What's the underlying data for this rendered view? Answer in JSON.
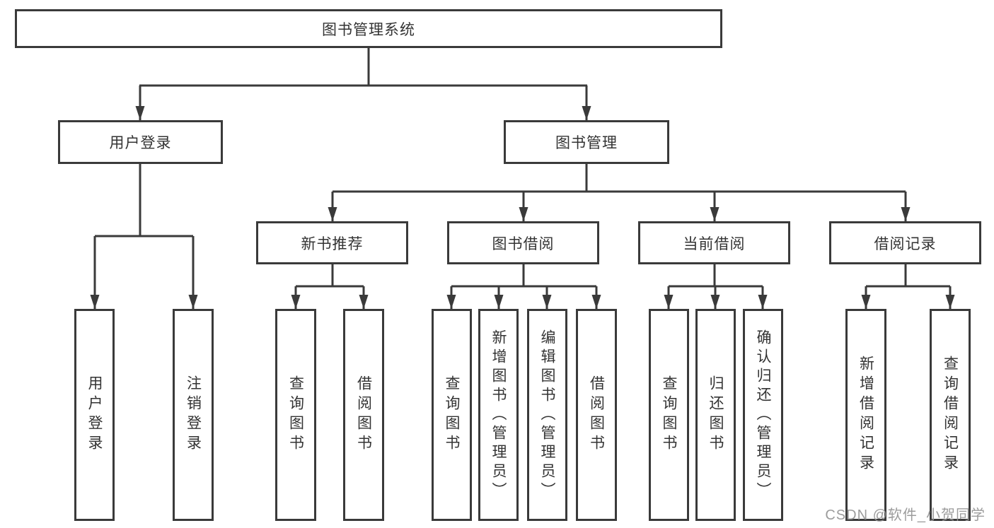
{
  "colors": {
    "line": "#3a3a3a",
    "box_border": "#3a3a3a",
    "box_fill": "#ffffff",
    "text": "#333333",
    "background": "#ffffff",
    "watermark": "#949494"
  },
  "tree": {
    "root": {
      "label": "图书管理系统",
      "children": [
        {
          "label": "用户登录",
          "children": [
            {
              "label": "用户登录"
            },
            {
              "label": "注销登录"
            }
          ]
        },
        {
          "label": "图书管理",
          "children": [
            {
              "label": "新书推荐",
              "children": [
                {
                  "label": "查询图书"
                },
                {
                  "label": "借阅图书"
                }
              ]
            },
            {
              "label": "图书借阅",
              "children": [
                {
                  "label": "查询图书"
                },
                {
                  "label": "新增图书（管理员）"
                },
                {
                  "label": "编辑图书（管理员）"
                },
                {
                  "label": "借阅图书"
                }
              ]
            },
            {
              "label": "当前借阅",
              "children": [
                {
                  "label": "查询图书"
                },
                {
                  "label": "归还图书"
                },
                {
                  "label": "确认归还（管理员）"
                }
              ]
            },
            {
              "label": "借阅记录",
              "children": [
                {
                  "label": "新增借阅记录"
                },
                {
                  "label": "查询借阅记录"
                }
              ]
            }
          ]
        }
      ]
    }
  },
  "watermark": {
    "text": "CSDN @软件_小贺同学"
  }
}
